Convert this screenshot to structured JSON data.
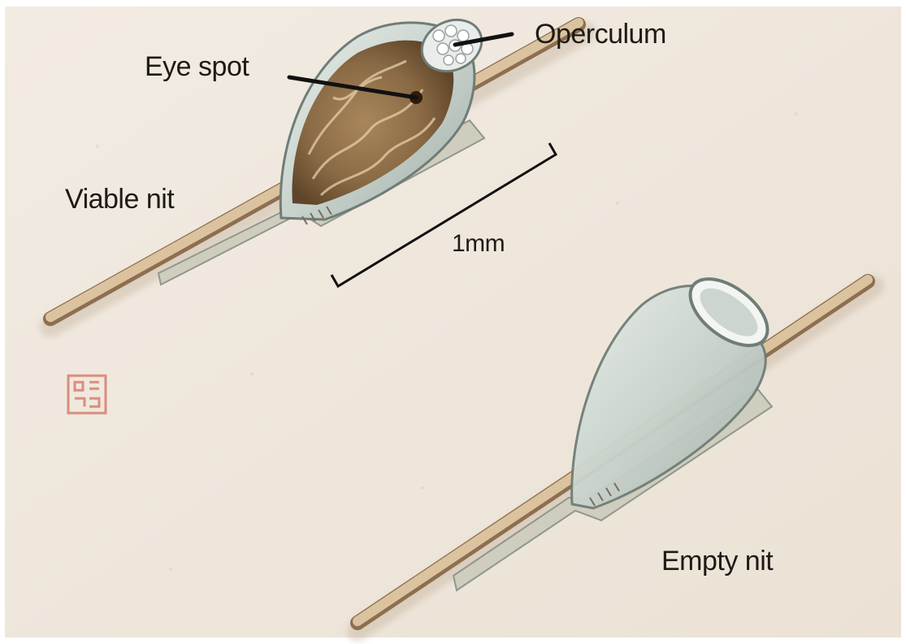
{
  "labels": {
    "eye_spot": "Eye spot",
    "operculum": "Operculum",
    "viable_nit": "Viable nit",
    "scale": "1mm",
    "empty_nit": "Empty nit"
  },
  "colors": {
    "paper": "#efe6da",
    "hair": "#c9ab85",
    "hair_shadow": "#7f6448",
    "egg_shell": "#c8d2cc",
    "egg_embryo": "#8a6a45",
    "stamp": "#d98d7e"
  }
}
